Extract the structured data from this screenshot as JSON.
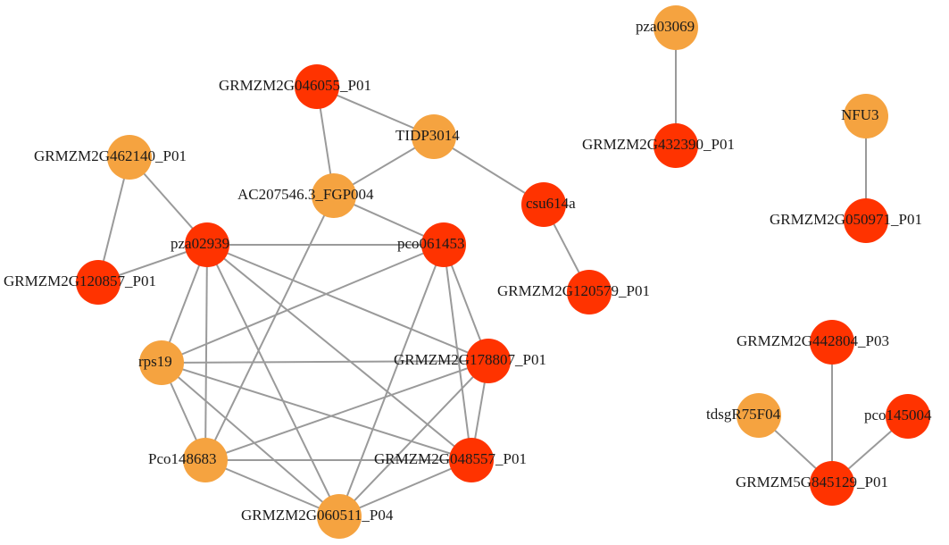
{
  "colors": {
    "red_node": "#FF3300",
    "orange_node": "#F5A340",
    "edge": "#9a9a9a"
  },
  "nodes": [
    {
      "id": "n1",
      "label": "GRMZM2G046055_P01",
      "type": "red"
    },
    {
      "id": "n2",
      "label": "TIDP3014",
      "type": "orange"
    },
    {
      "id": "n3",
      "label": "AC207546.3_FGP004",
      "type": "orange"
    },
    {
      "id": "n4",
      "label": "GRMZM2G462140_P01",
      "type": "orange"
    },
    {
      "id": "n5",
      "label": "pza02939",
      "type": "red"
    },
    {
      "id": "n6",
      "label": "GRMZM2G120857_P01",
      "type": "red"
    },
    {
      "id": "n7",
      "label": "pco061453",
      "type": "red"
    },
    {
      "id": "n8",
      "label": "csu614a",
      "type": "red"
    },
    {
      "id": "n9",
      "label": "GRMZM2G120579_P01",
      "type": "red"
    },
    {
      "id": "n10",
      "label": "rps19",
      "type": "orange"
    },
    {
      "id": "n11",
      "label": "GRMZM2G178807_P01",
      "type": "red"
    },
    {
      "id": "n12",
      "label": "Pco148683",
      "type": "orange"
    },
    {
      "id": "n13",
      "label": "GRMZM2G048557_P01",
      "type": "red"
    },
    {
      "id": "n14",
      "label": "GRMZM2G060511_P04",
      "type": "orange"
    },
    {
      "id": "n15",
      "label": "pza03069",
      "type": "orange"
    },
    {
      "id": "n16",
      "label": "GRMZM2G432390_P01",
      "type": "red"
    },
    {
      "id": "n17",
      "label": "NFU3",
      "type": "orange"
    },
    {
      "id": "n18",
      "label": "GRMZM2G050971_P01",
      "type": "red"
    },
    {
      "id": "n19",
      "label": "GRMZM2G442804_P03",
      "type": "red"
    },
    {
      "id": "n20",
      "label": "tdsgR75F04",
      "type": "orange"
    },
    {
      "id": "n21",
      "label": "pco145004",
      "type": "red"
    },
    {
      "id": "n22",
      "label": "GRMZM5G845129_P01",
      "type": "red"
    }
  ],
  "edges": [
    [
      "n1",
      "n2"
    ],
    [
      "n1",
      "n3"
    ],
    [
      "n2",
      "n3"
    ],
    [
      "n2",
      "n8"
    ],
    [
      "n8",
      "n9"
    ],
    [
      "n3",
      "n7"
    ],
    [
      "n3",
      "n12"
    ],
    [
      "n4",
      "n5"
    ],
    [
      "n4",
      "n6"
    ],
    [
      "n5",
      "n6"
    ],
    [
      "n5",
      "n7"
    ],
    [
      "n5",
      "n10"
    ],
    [
      "n5",
      "n12"
    ],
    [
      "n5",
      "n14"
    ],
    [
      "n5",
      "n11"
    ],
    [
      "n5",
      "n13"
    ],
    [
      "n7",
      "n10"
    ],
    [
      "n7",
      "n14"
    ],
    [
      "n7",
      "n13"
    ],
    [
      "n7",
      "n11"
    ],
    [
      "n10",
      "n11"
    ],
    [
      "n10",
      "n12"
    ],
    [
      "n10",
      "n13"
    ],
    [
      "n10",
      "n14"
    ],
    [
      "n11",
      "n12"
    ],
    [
      "n11",
      "n13"
    ],
    [
      "n11",
      "n14"
    ],
    [
      "n12",
      "n13"
    ],
    [
      "n12",
      "n14"
    ],
    [
      "n13",
      "n14"
    ],
    [
      "n15",
      "n16"
    ],
    [
      "n17",
      "n18"
    ],
    [
      "n19",
      "n22"
    ],
    [
      "n20",
      "n22"
    ],
    [
      "n21",
      "n22"
    ]
  ]
}
